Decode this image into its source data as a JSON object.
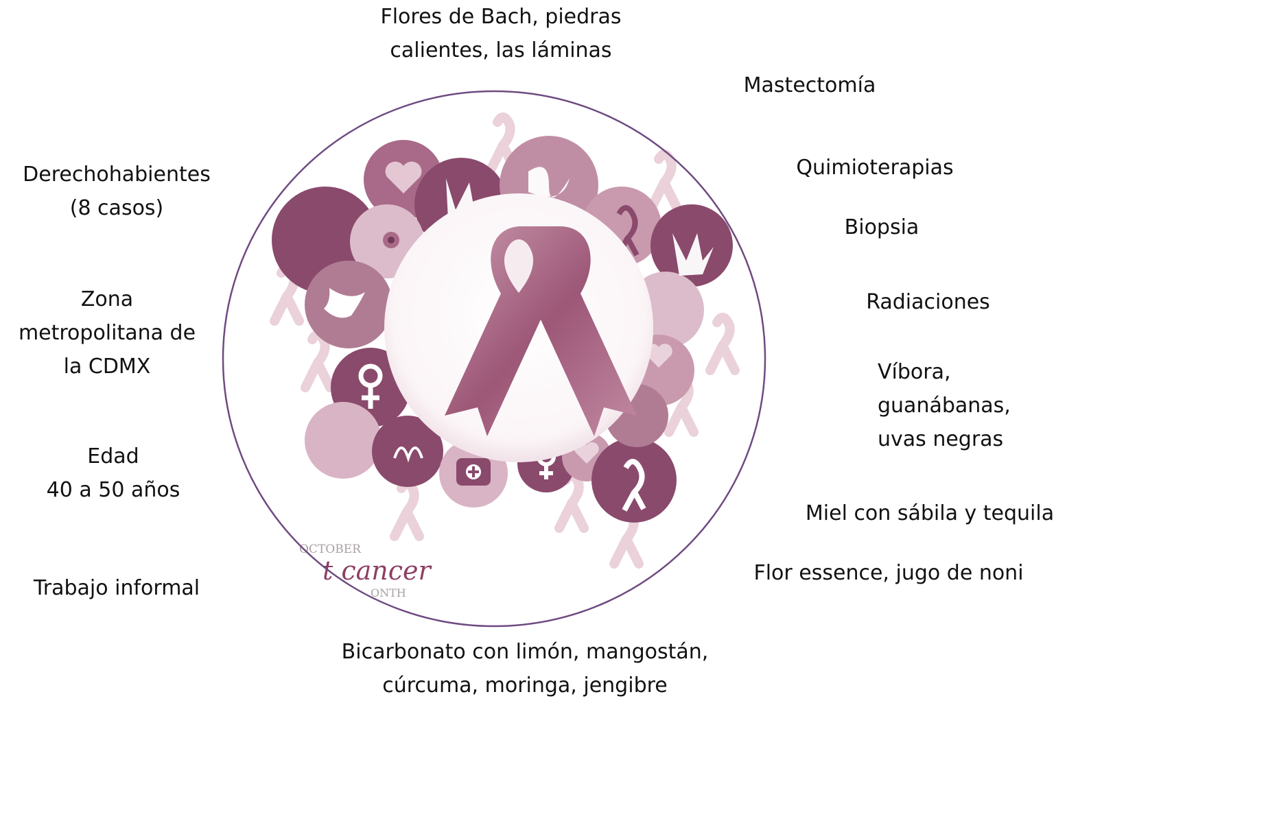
{
  "labels": {
    "top": "Flores de Bach, piedras\ncalientes, las láminas",
    "mastectomia": "Mastectomía",
    "quimioterapias": "Quimioterapias",
    "biopsia": "Biopsia",
    "radiaciones": "Radiaciones",
    "vibora": "Víbora,\nguanábanas,\nuvas negras",
    "miel": "Miel con sábila y tequila",
    "flor_essence": "Flor essence, jugo de noni",
    "bottom": "Bicarbonato con limón, mangostán,\ncúrcuma, moringa, jengibre",
    "derechohabientes": "Derechohabientes\n(8 casos)",
    "zona": "Zona\nmetropolitana de\nla CDMX",
    "edad": "Edad\n40 a 50 años",
    "trabajo": "Trabajo informal"
  },
  "image_text": {
    "line1": "OCTOBER",
    "line2": "t cancer",
    "line3": "ONTH"
  },
  "colors": {
    "circle_outline": "#6e4a80",
    "dark_plum": "#8a4a6c",
    "mid_rose": "#b07c94",
    "light_rose": "#d9b4c4",
    "ribbon": "#a8647f"
  }
}
